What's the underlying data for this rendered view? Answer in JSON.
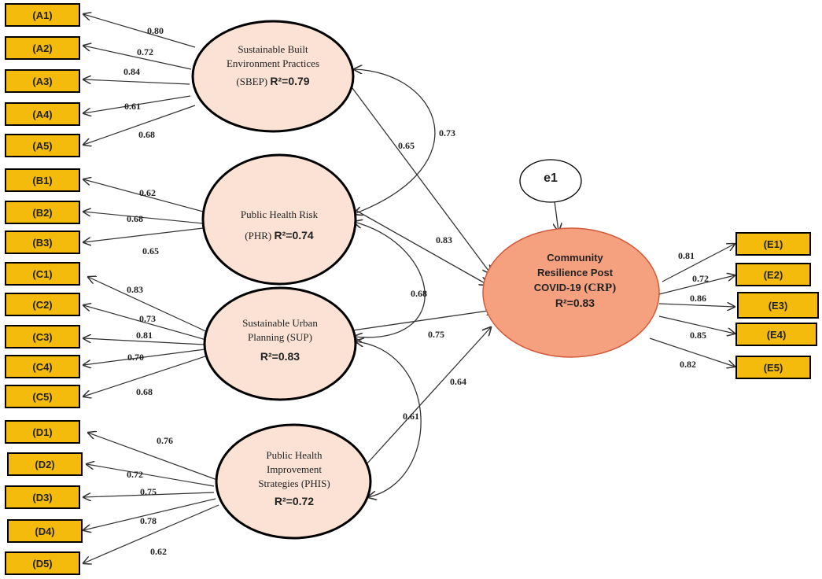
{
  "constructs": {
    "sbep": {
      "line1": "Sustainable Built",
      "line2": "Environment Practices",
      "abbr": "(SBEP)",
      "r2": "R²=0.79"
    },
    "phr": {
      "line1": "Public Health Risk",
      "abbr": "(PHR)",
      "r2": "R²=0.74"
    },
    "sup": {
      "line1": "Sustainable Urban",
      "line2": "Planning (SUP)",
      "r2": "R²=0.83"
    },
    "phis": {
      "line1": "Public Health",
      "line2": "Improvement",
      "line3": "Strategies (PHIS)",
      "r2": "R²=0.72"
    },
    "crp": {
      "line1": "Community",
      "line2": "Resilience Post",
      "line3a": "COVID-19 ",
      "line3b": "(CRP)",
      "r2": "R²=0.83"
    },
    "e1": {
      "label": "e1"
    }
  },
  "indicators": {
    "A": [
      "(A1)",
      "(A2)",
      "(A3)",
      "(A4)",
      "(A5)"
    ],
    "B": [
      "(B1)",
      "(B2)",
      "(B3)"
    ],
    "C": [
      "(C1)",
      "(C2)",
      "(C3)",
      "(C4)",
      "(C5)"
    ],
    "D": [
      "(D1)",
      "(D2)",
      "(D3)",
      "(D4)",
      "(D5)"
    ],
    "E": [
      "(E1)",
      "(E2)",
      "(E3)",
      "(E4)",
      "(E5)"
    ]
  },
  "loadings": {
    "A": [
      "0.80",
      "0.72",
      "0.84",
      "0.61",
      "0.68"
    ],
    "B": [
      "0.62",
      "0.68",
      "0.65"
    ],
    "C": [
      "0.83",
      "0.73",
      "0.81",
      "0.70",
      "0.68"
    ],
    "D": [
      "0.76",
      "0.72",
      "0.75",
      "0.78",
      "0.62"
    ],
    "E": [
      "0.81",
      "0.72",
      "0.86",
      "0.85",
      "0.82"
    ]
  },
  "paths": {
    "sbep_crp": "0.65",
    "phr_crp": "0.83",
    "sup_crp": "0.75",
    "phis_crp": "0.64"
  },
  "correlations": {
    "sbep_phr": "0.73",
    "phr_sup": "0.68",
    "sup_phis": "0.61"
  },
  "colors": {
    "indicator_fill": "#f5bb0c",
    "construct_fill": "#fbe2d4",
    "crp_fill": "#f5a07f",
    "line": "#333333"
  }
}
